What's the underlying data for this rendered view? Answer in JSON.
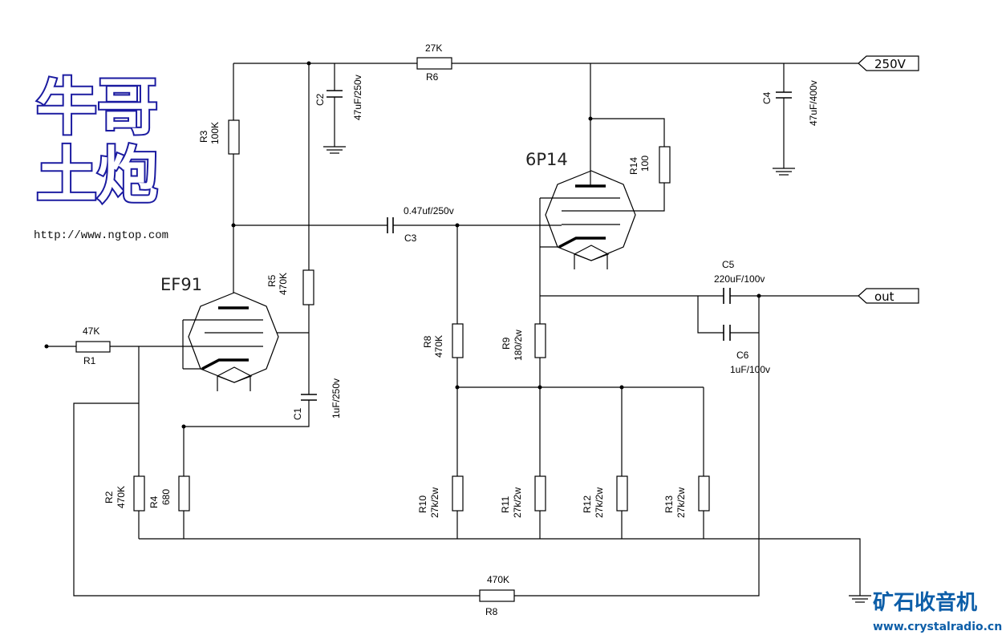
{
  "logo": {
    "line1": "牛哥",
    "line2": "土炮",
    "url": "http://www.ngtop.com"
  },
  "watermark": {
    "name": "矿石收音机",
    "url": "www.crystalradio.cn"
  },
  "tubes": {
    "v1": "EF91",
    "v2": "6P14"
  },
  "terminals": {
    "supply": "250V",
    "output": "out"
  },
  "resistors": {
    "R1": {
      "ref": "R1",
      "value": "47K"
    },
    "R2": {
      "ref": "R2",
      "value": "470K"
    },
    "R3": {
      "ref": "R3",
      "value": "100K"
    },
    "R4": {
      "ref": "R4",
      "value": "680"
    },
    "R5": {
      "ref": "R5",
      "value": "470K"
    },
    "R6": {
      "ref": "R6",
      "value": "27K"
    },
    "R8a": {
      "ref": "R8",
      "value": "470K"
    },
    "R8b": {
      "ref": "R8",
      "value": "470K"
    },
    "R9": {
      "ref": "R9",
      "value": "180/2w"
    },
    "R10": {
      "ref": "R10",
      "value": "27k/2w"
    },
    "R11": {
      "ref": "R11",
      "value": "27k/2w"
    },
    "R12": {
      "ref": "R12",
      "value": "27k/2w"
    },
    "R13": {
      "ref": "R13",
      "value": "27k/2w"
    },
    "R14": {
      "ref": "R14",
      "value": "100"
    }
  },
  "capacitors": {
    "C1": {
      "ref": "C1",
      "value": "1uF/250v"
    },
    "C2": {
      "ref": "C2",
      "value": "47uF/250v"
    },
    "C3": {
      "ref": "C3",
      "value": "0.47uf/250v"
    },
    "C4": {
      "ref": "C4",
      "value": "47uF/400v"
    },
    "C5": {
      "ref": "C5",
      "value": "220uF/100v"
    },
    "C6": {
      "ref": "C6",
      "value": "1uF/100v"
    }
  }
}
